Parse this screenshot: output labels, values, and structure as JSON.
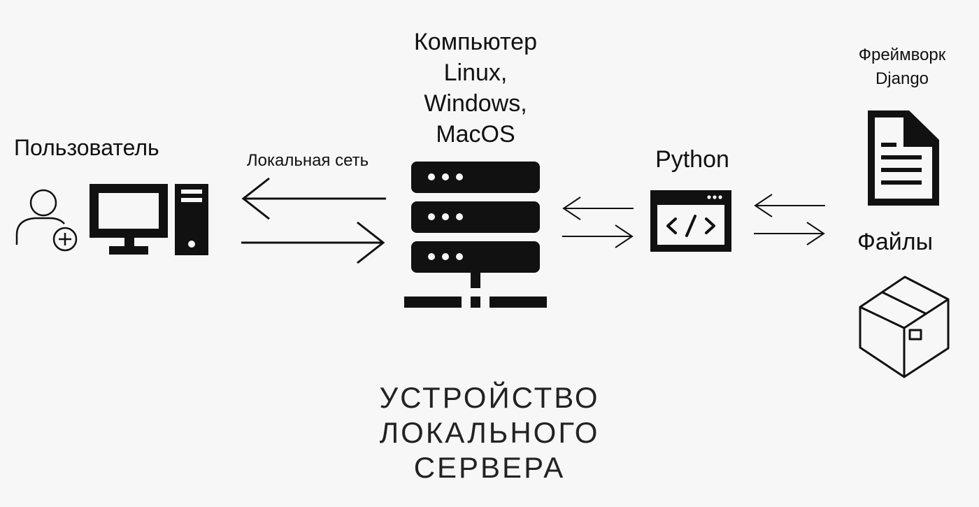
{
  "user_label": "Пользователь",
  "network_label": "Локальная сеть",
  "computer_label": [
    "Компьютер",
    "Linux,",
    "Windows,",
    "MacOS"
  ],
  "python_label": "Python",
  "django_label": [
    "Фреймворк",
    "Django"
  ],
  "files_label": "Файлы",
  "title": [
    "УСТРОЙСТВО",
    "ЛОКАЛЬНОГО",
    "СЕРВЕРА"
  ],
  "icons": [
    "user-add-icon",
    "monitor-icon",
    "pc-tower-icon",
    "server-icon",
    "code-window-icon",
    "document-icon",
    "box-icon"
  ],
  "colors": {
    "background": "#f7f7f7",
    "ink": "#111111"
  }
}
